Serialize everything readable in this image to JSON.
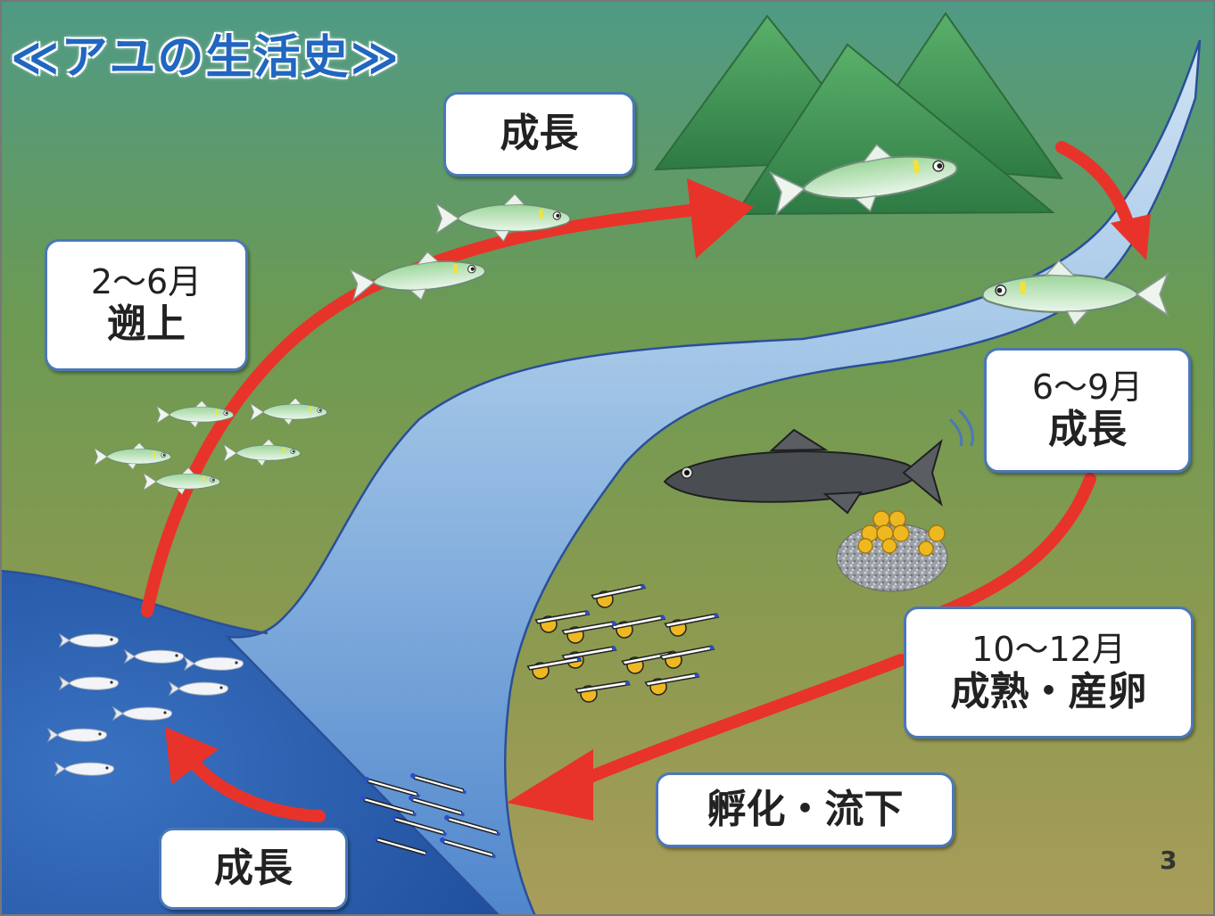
{
  "title": "≪アユの生活史≫",
  "page_number": "3",
  "labels": {
    "upstream_growth": "成長",
    "upstream_period": "2〜6月",
    "upstream_stage": "遡上",
    "summer_period": "6〜9月",
    "summer_stage": "成長",
    "autumn_period": "10〜12月",
    "autumn_stage": "成熟・産卵",
    "hatch_stage": "孵化・流下",
    "sea_growth": "成長"
  },
  "colors": {
    "arrow": "#e8332a",
    "river": "#7fb0e0",
    "sea": "#2f63b4",
    "land_top": "#4f9a86",
    "land_bottom": "#a99c5a",
    "mountain": "#3e9a55",
    "fish_body": "#b8e3b0",
    "spawn_fish": "#4a4e52",
    "egg": "#f0b820",
    "label_border": "#4a78b8"
  },
  "icons": [
    "mountain-icon",
    "ayu-fish-icon",
    "dark-spawning-fish-icon",
    "egg-cluster-icon",
    "larva-icon"
  ]
}
